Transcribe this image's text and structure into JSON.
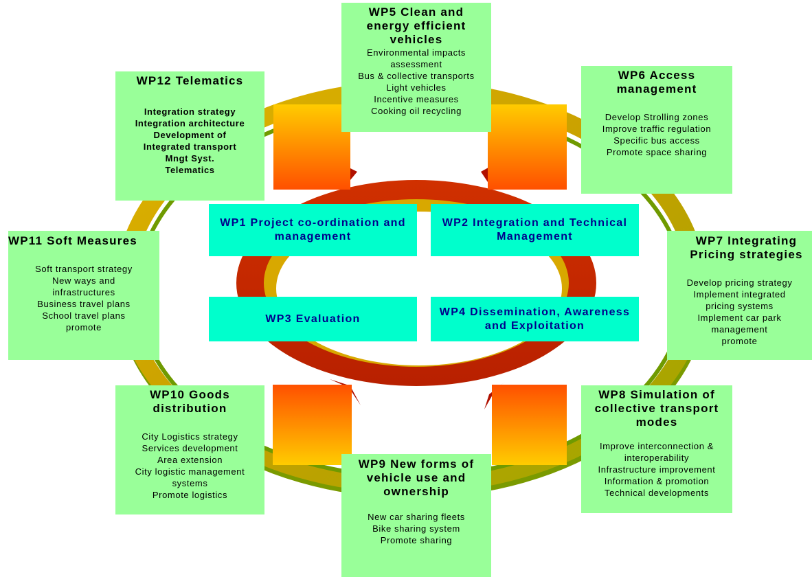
{
  "colors": {
    "box_fill": "#99ff99",
    "core_fill": "#00ffcc",
    "core_text": "#00008b",
    "ring_outer": "#c8a000",
    "ring_inner": "#cc2a00",
    "connector": "#ff6600"
  },
  "core": {
    "wp1": "WP1 Project co-ordination and management",
    "wp2": "WP2 Integration and Technical Management",
    "wp3": "WP3 Evaluation",
    "wp4": "WP4 Dissemination, Awareness and Exploitation"
  },
  "wp5": {
    "title": "WP5 Clean and energy efficient vehicles",
    "items": [
      "Environmental impacts",
      "assessment",
      "Bus & collective transports",
      "Light vehicles",
      "Incentive measures",
      "Cooking oil recycling"
    ]
  },
  "wp6": {
    "title": "WP6 Access management",
    "items": [
      "Develop Strolling  zones",
      "Improve traffic regulation",
      "Specific bus access",
      "Promote space sharing"
    ]
  },
  "wp7": {
    "title": "WP7 Integrating Pricing strategies",
    "items": [
      "Develop pricing strategy",
      "Implement integrated",
      "pricing systems",
      "Implement car park",
      "management",
      "promote"
    ]
  },
  "wp8": {
    "title": "WP8 Simulation of collective transport modes",
    "items": [
      "Improve interconnection &",
      "interoperability",
      "Infrastructure improvement",
      "Information & promotion",
      "Technical developments"
    ]
  },
  "wp9": {
    "title": "WP9 New forms of vehicle use and ownership",
    "items": [
      "New car sharing fleets",
      "Bike sharing system",
      "Promote sharing"
    ]
  },
  "wp10": {
    "title": "WP10 Goods distribution",
    "items": [
      "City Logistics strategy",
      "Services development",
      "Area extension",
      "City logistic management",
      "systems",
      "Promote logistics"
    ]
  },
  "wp11": {
    "title": "WP11 Soft Measures",
    "items": [
      "Soft transport strategy",
      "New ways and",
      "infrastructures",
      "Business travel plans",
      "School travel plans",
      "promote"
    ]
  },
  "wp12": {
    "title": "WP12 Telematics",
    "items": [
      "Integration strategy",
      "Integration architecture",
      "Development of",
      "Integrated transport",
      "Mngt Syst.",
      "Telematics"
    ]
  }
}
